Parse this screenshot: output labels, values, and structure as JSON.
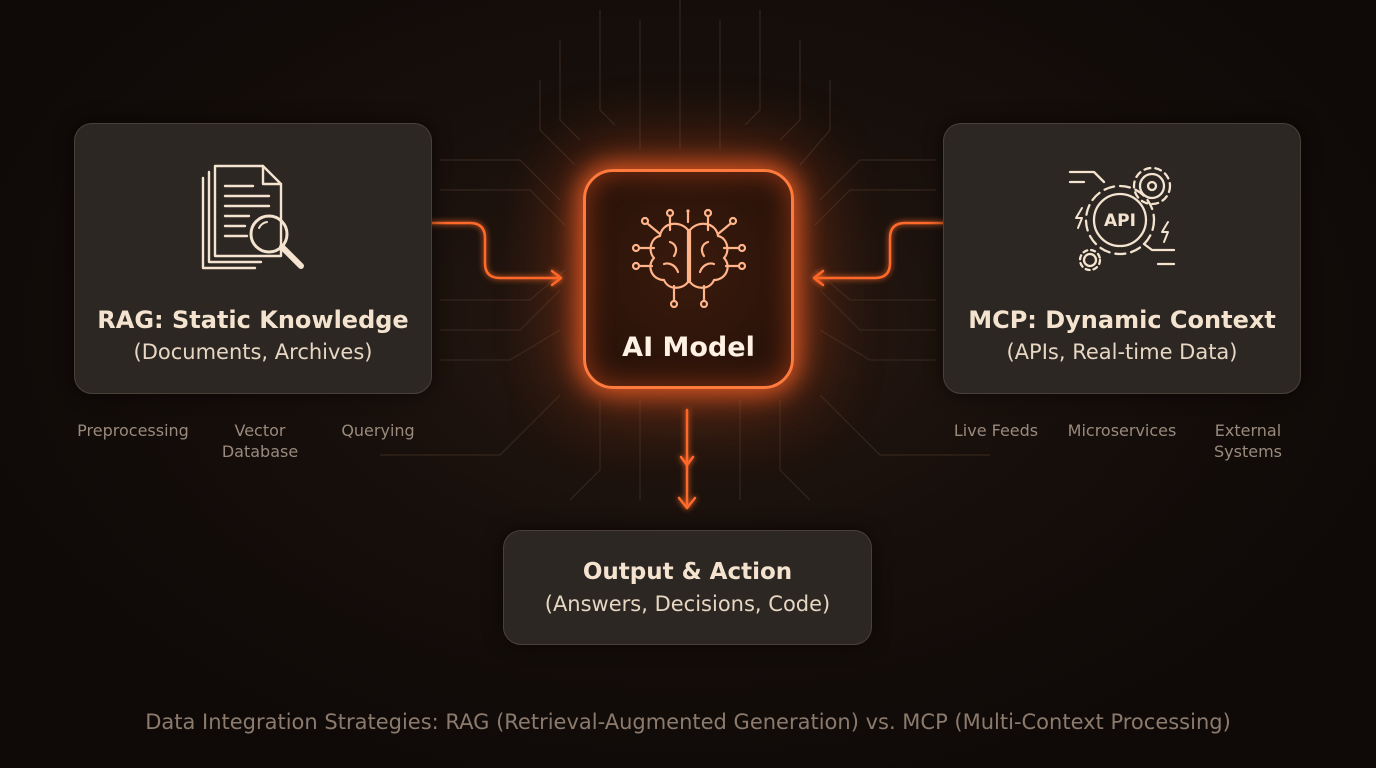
{
  "rag": {
    "title": "RAG: Static Knowledge",
    "subtitle": "(Documents, Archives)",
    "steps": [
      "Preprocessing",
      "Vector",
      "Database",
      "Querying"
    ]
  },
  "mcp": {
    "title": "MCP: Dynamic Context",
    "subtitle": "(APIs, Real-time Data)",
    "api_label": "API",
    "steps": [
      "Live Feeds",
      "Microservices",
      "External",
      "Systems"
    ]
  },
  "ai_model": {
    "title": "AI Model"
  },
  "output": {
    "title": "Output & Action",
    "subtitle": "(Answers, Decisions, Code)"
  },
  "footer": "Data Integration Strategies: RAG (Retrieval-Augmented Generation) vs. MCP (Multi-Context Processing)",
  "colors": {
    "accent": "#ff6a2c",
    "panel": "#2d2723",
    "background": "#140d0a",
    "text": "#f3e3cf"
  },
  "icons": {
    "rag": "document-search-icon",
    "mcp": "api-gears-icon",
    "ai": "brain-circuit-icon",
    "arrow": "arrow-icon"
  }
}
